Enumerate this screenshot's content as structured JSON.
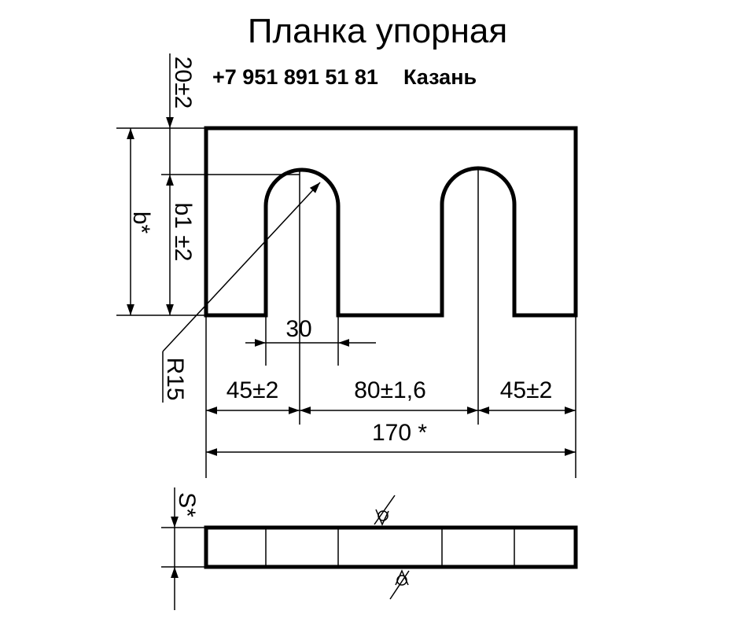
{
  "header": {
    "title": "Планка упорная",
    "phone": "+7 951 891 51 81",
    "city": "Казань"
  },
  "dimensions": {
    "top_offset": "20±2",
    "height_b": "b*",
    "slot_depth": "b1 ±2",
    "slot_width": "30",
    "radius": "R15",
    "left_edge": "45±2",
    "between_slots": "80±1,6",
    "right_edge": "45±2",
    "total_length": "170 *",
    "thickness": "S*"
  },
  "colors": {
    "line": "#000000",
    "background": "#ffffff"
  }
}
